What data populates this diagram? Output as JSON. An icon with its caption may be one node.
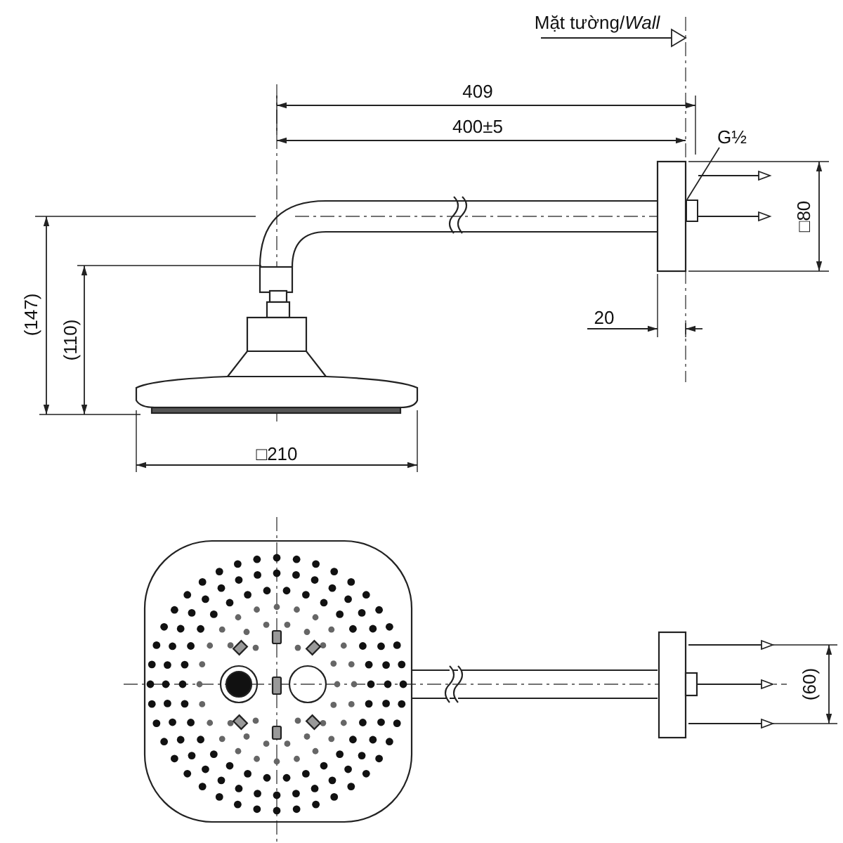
{
  "diagram": {
    "nodes": [
      {
        "text": [
          "G½"
        ]
      },
      {
        "text": [],
        "shape": "box"
      }
    ],
    "edges": [
      {
        "from": 0,
        "to": 1,
        "arrow": "none"
      }
    ],
    "labels": [
      "Mặt tường/*Wall*",
      "409",
      "400±5",
      "□80",
      "20",
      "(147)",
      "(110)",
      "□210",
      "(60)"
    ]
  }
}
